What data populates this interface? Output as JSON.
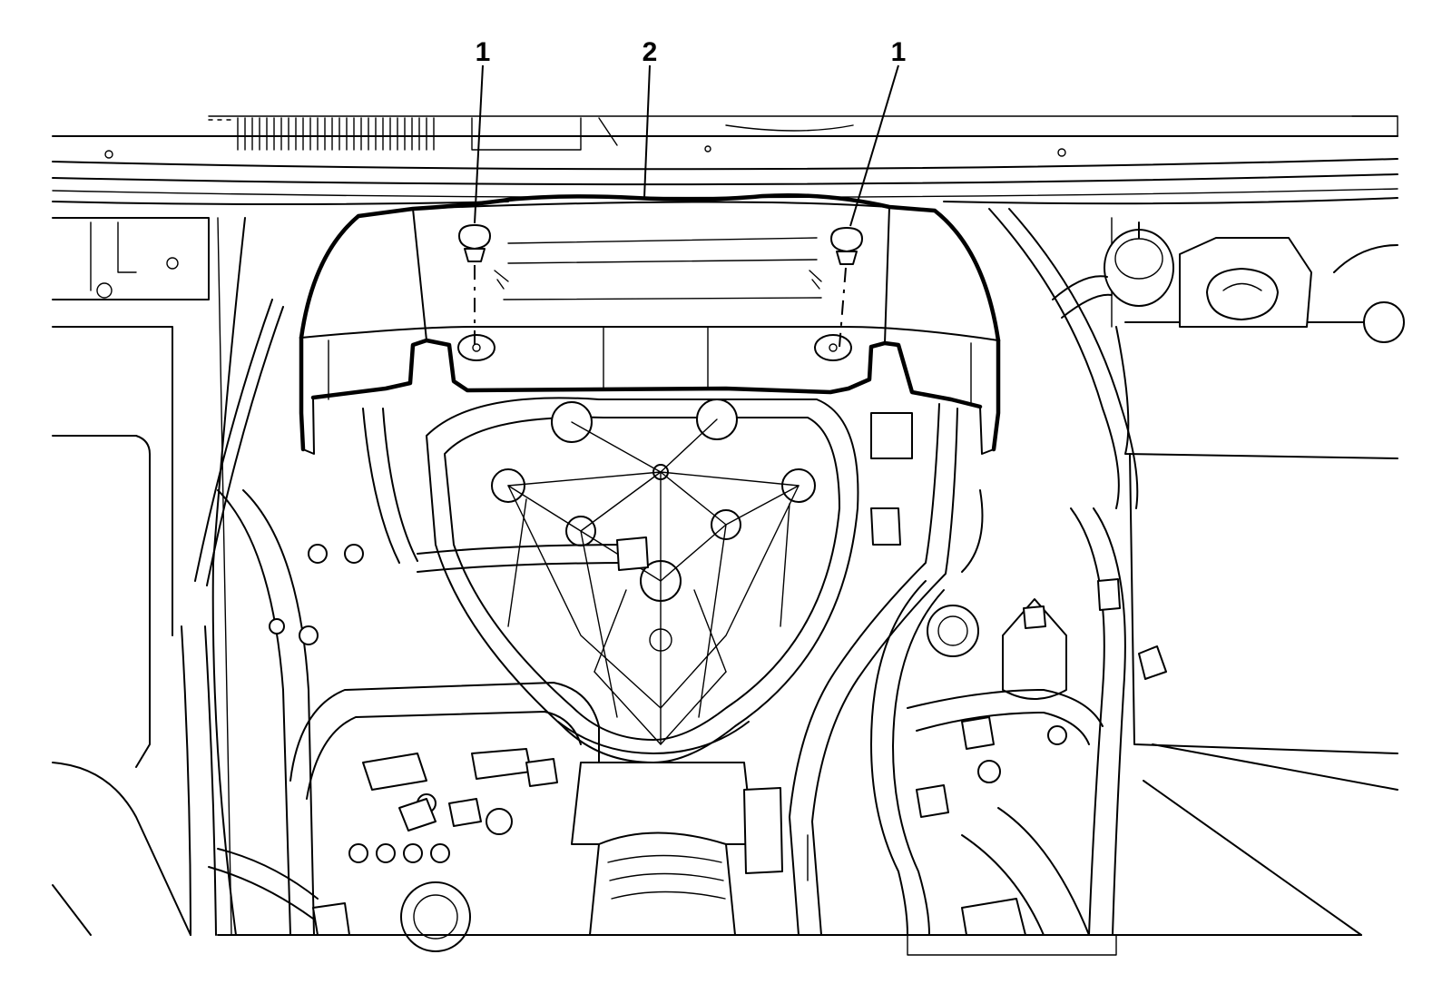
{
  "callouts": [
    {
      "id": "left-fastener",
      "label": "1"
    },
    {
      "id": "cover",
      "label": "2"
    },
    {
      "id": "right-fastener",
      "label": "1"
    }
  ]
}
